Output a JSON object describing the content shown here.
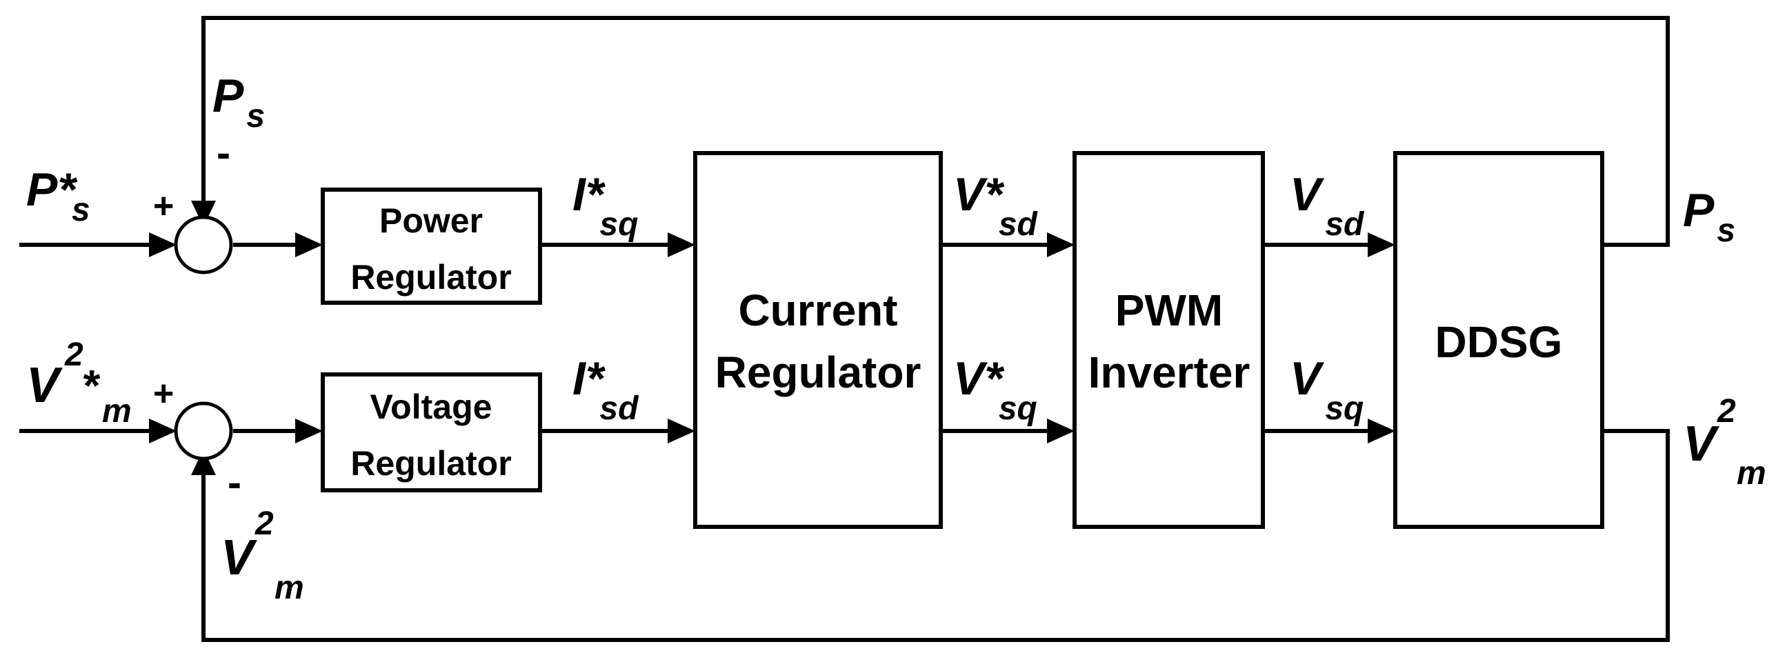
{
  "blocks": {
    "power_regulator": [
      "Power",
      "Regulator"
    ],
    "voltage_regulator": [
      "Voltage",
      "Regulator"
    ],
    "current_regulator": [
      "Current",
      "Regulator"
    ],
    "pwm_inverter": [
      "PWM",
      "Inverter"
    ],
    "ddsg": "DDSG"
  },
  "signals": {
    "ps_ref": {
      "base": "P",
      "star": "*",
      "sub": "s"
    },
    "vm2_ref": {
      "base": "V",
      "sup": "2",
      "star": "*",
      "sub": "m"
    },
    "ps_feedback": {
      "base": "P",
      "sub": "s"
    },
    "vm2_feedback": {
      "base": "V",
      "sup": "2",
      "sub": "m"
    },
    "isq_ref": {
      "base": "I",
      "star": "*",
      "sub": "sq"
    },
    "isd_ref": {
      "base": "I",
      "star": "*",
      "sub": "sd"
    },
    "vsd_ref": {
      "base": "V",
      "star": "*",
      "sub": "sd"
    },
    "vsq_ref": {
      "base": "V",
      "star": "*",
      "sub": "sq"
    },
    "vsd": {
      "base": "V",
      "sub": "sd"
    },
    "vsq": {
      "base": "V",
      "sub": "sq"
    },
    "ps_out": {
      "base": "P",
      "sub": "s"
    },
    "vm2_out": {
      "base": "V",
      "sup": "2",
      "sub": "m"
    }
  },
  "signs": {
    "plus": "+",
    "minus": "-"
  }
}
